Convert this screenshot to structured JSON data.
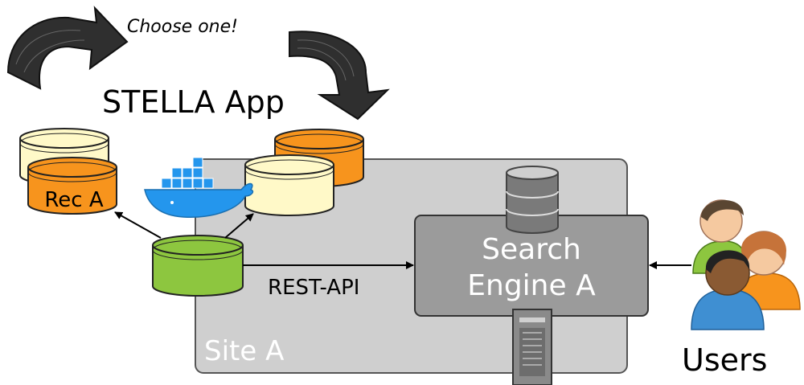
{
  "annotation": "Choose one!",
  "app_title": "STELLA App",
  "containers": {
    "rec_a_label": "Rec A"
  },
  "site": {
    "label": "Site A",
    "api_label": "REST-API"
  },
  "engine": {
    "line1": "Search",
    "line2": "Engine A"
  },
  "users": {
    "label": "Users"
  },
  "colors": {
    "orange": "#F7941D",
    "cream": "#FFF9C8",
    "green": "#8DC63F",
    "site_bg": "#CFCFCF",
    "engine_bg": "#9B9B9B"
  },
  "icons": [
    "curved-arrow-left-icon",
    "curved-arrow-right-icon",
    "docker-whale-icon",
    "database-icon",
    "server-tower-icon",
    "users-group-icon"
  ]
}
